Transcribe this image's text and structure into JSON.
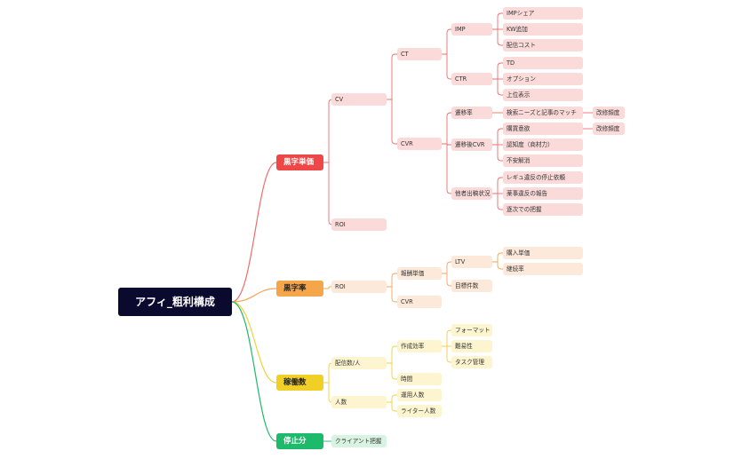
{
  "root": {
    "label": "アフィ_粗利構成"
  },
  "colors": {
    "red": "#ef6c6c",
    "orange": "#f4a456",
    "yellow": "#f0d23a",
    "green": "#20b86a"
  },
  "branches": {
    "red": {
      "label": "黒字単価",
      "cv": "CV",
      "ct": "CT",
      "imp": "IMP",
      "imp_share": "IMPシェア",
      "kw_add": "KW追加",
      "delivery_cost": "配信コスト",
      "ctr": "CTR",
      "td": "TD",
      "option": "オプション",
      "top_display": "上位表示",
      "cvr": "CVR",
      "transition_rate": "遷移率",
      "search_match": "検索ニーズと記事のマッチ",
      "improve_freq_1": "改修頻度",
      "post_cvr": "遷移後CVR",
      "purchase_intent": "購買意欲",
      "improve_freq_2": "改修頻度",
      "awareness": "認知度（商材力）",
      "anxiety": "不安解消",
      "other_status": "他者出稿状況",
      "regula_stop": "レギュ違反の停止依頼",
      "yakuji_report": "薬事違反の報告",
      "sequential_check": "逐次での把握",
      "roi": "ROI"
    },
    "orange": {
      "label": "黒字率",
      "roi": "ROI",
      "reward_price": "報酬単価",
      "ltv": "LTV",
      "purchase_price": "購入単価",
      "continue_rate": "継続率",
      "target_count": "目標件数",
      "cvr": "CVR"
    },
    "yellow": {
      "label": "稼働数",
      "per_person": "配信数/人",
      "efficiency": "作成効率",
      "format": "フォーマット",
      "difficulty": "難易性",
      "task_mgmt": "タスク管理",
      "time": "時間",
      "headcount": "人数",
      "ops_staff": "運用人数",
      "writers": "ライター人数"
    },
    "green": {
      "label": "停止分",
      "client_check": "クライアント把握"
    }
  }
}
